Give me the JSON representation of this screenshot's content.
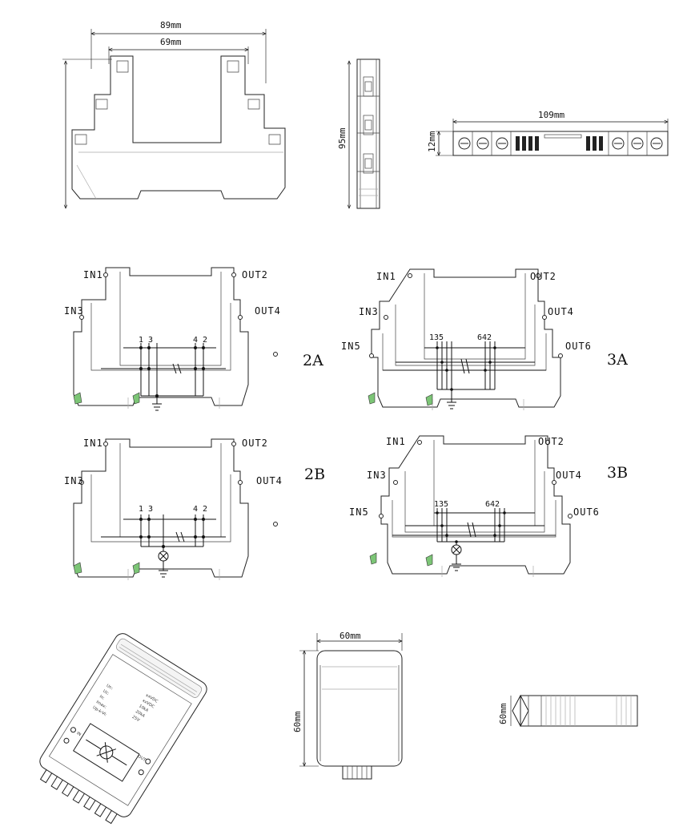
{
  "dimensions": {
    "front_width_outer": "89mm",
    "front_width_inner": "69mm",
    "height": "95mm",
    "top_length": "109mm",
    "top_width": "12mm",
    "box_width": "60mm",
    "box_height": "60mm",
    "side_width": "60mm"
  },
  "variants": {
    "v2A": {
      "label": "2A",
      "inputs": [
        "IN1",
        "IN3"
      ],
      "outputs": [
        "OUT2",
        "OUT4"
      ],
      "pins_left": "1 3",
      "pins_right": "4 2"
    },
    "v3A": {
      "label": "3A",
      "inputs": [
        "IN1",
        "IN3",
        "IN5"
      ],
      "outputs": [
        "OUT2",
        "OUT4",
        "OUT6"
      ],
      "pins_left": "135",
      "pins_right": "642"
    },
    "v2B": {
      "label": "2B",
      "inputs": [
        "IN1",
        "IN3"
      ],
      "outputs": [
        "OUT2",
        "OUT4"
      ],
      "pins_left": "1 3",
      "pins_right": "4 2"
    },
    "v3B": {
      "label": "3B",
      "inputs": [
        "IN1",
        "IN3",
        "IN5"
      ],
      "outputs": [
        "OUT2",
        "OUT4",
        "OUT6"
      ],
      "pins_left": "135",
      "pins_right": "642"
    }
  },
  "device_label": {
    "left_lines": [
      "Un:",
      "Uc:",
      "In:",
      "Imax:",
      "Up-k-Vi:"
    ],
    "right_lines": [
      "xxVDC",
      "xxVDC",
      "10kA",
      "20kA",
      "25V"
    ],
    "in_text": "IN",
    "out_text": "OUT"
  }
}
